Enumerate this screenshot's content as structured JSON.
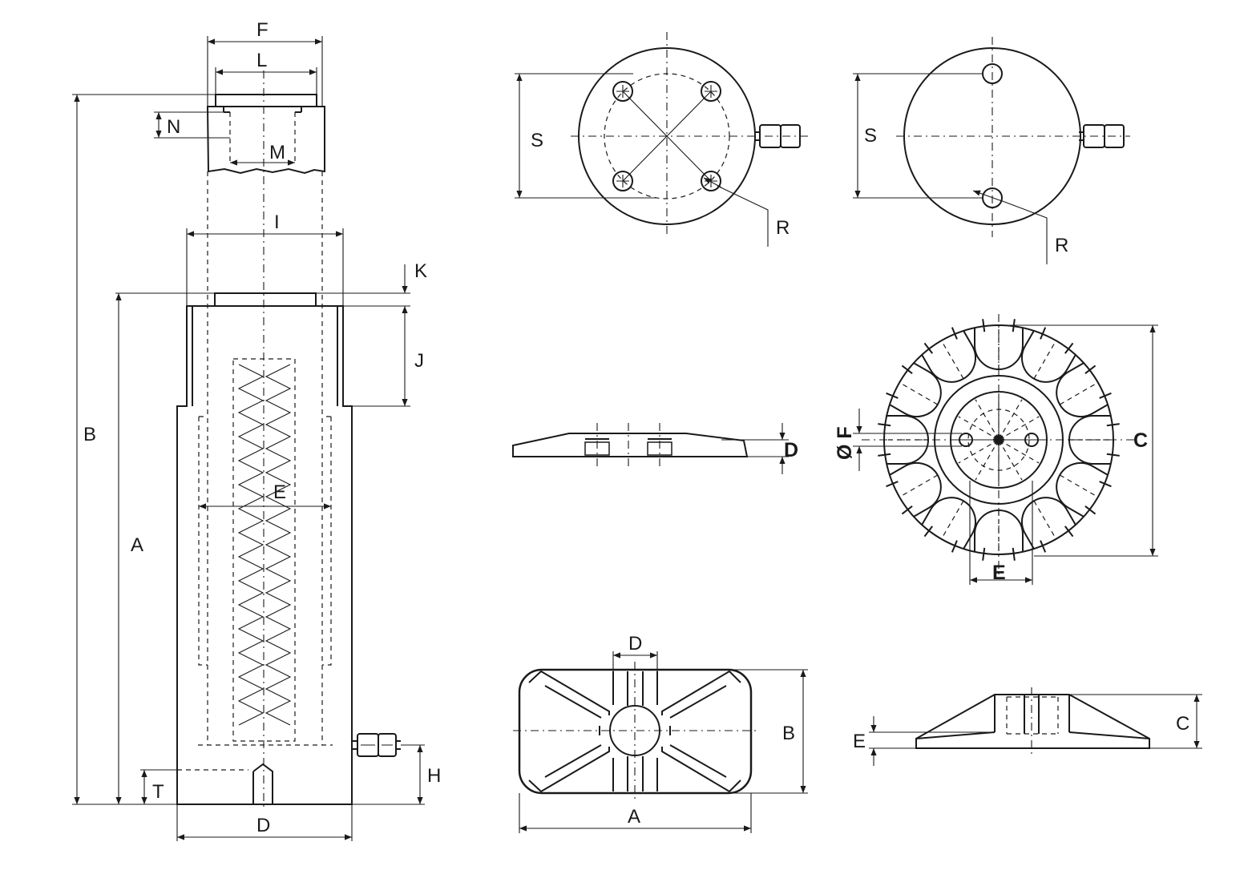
{
  "cylinder_view": {
    "labels": {
      "F": "F",
      "L": "L",
      "N": "N",
      "M": "M",
      "I": "I",
      "K": "K",
      "J": "J",
      "B": "B",
      "A": "A",
      "E": "E",
      "H": "H",
      "T": "T",
      "D": "D"
    }
  },
  "flange_four_holes_view": {
    "labels": {
      "S": "S",
      "R": "R"
    }
  },
  "flange_two_holes_view": {
    "labels": {
      "S": "S",
      "R": "R"
    }
  },
  "tilt_saddle_section_view": {
    "labels": {
      "D": "D"
    }
  },
  "round_saddle_view": {
    "labels": {
      "F": "Ø F",
      "C": "C",
      "E": "E"
    }
  },
  "rect_base_top_view": {
    "labels": {
      "D": "D",
      "B": "B",
      "A": "A"
    }
  },
  "rect_base_side_view": {
    "labels": {
      "C": "C",
      "E": "E"
    }
  }
}
